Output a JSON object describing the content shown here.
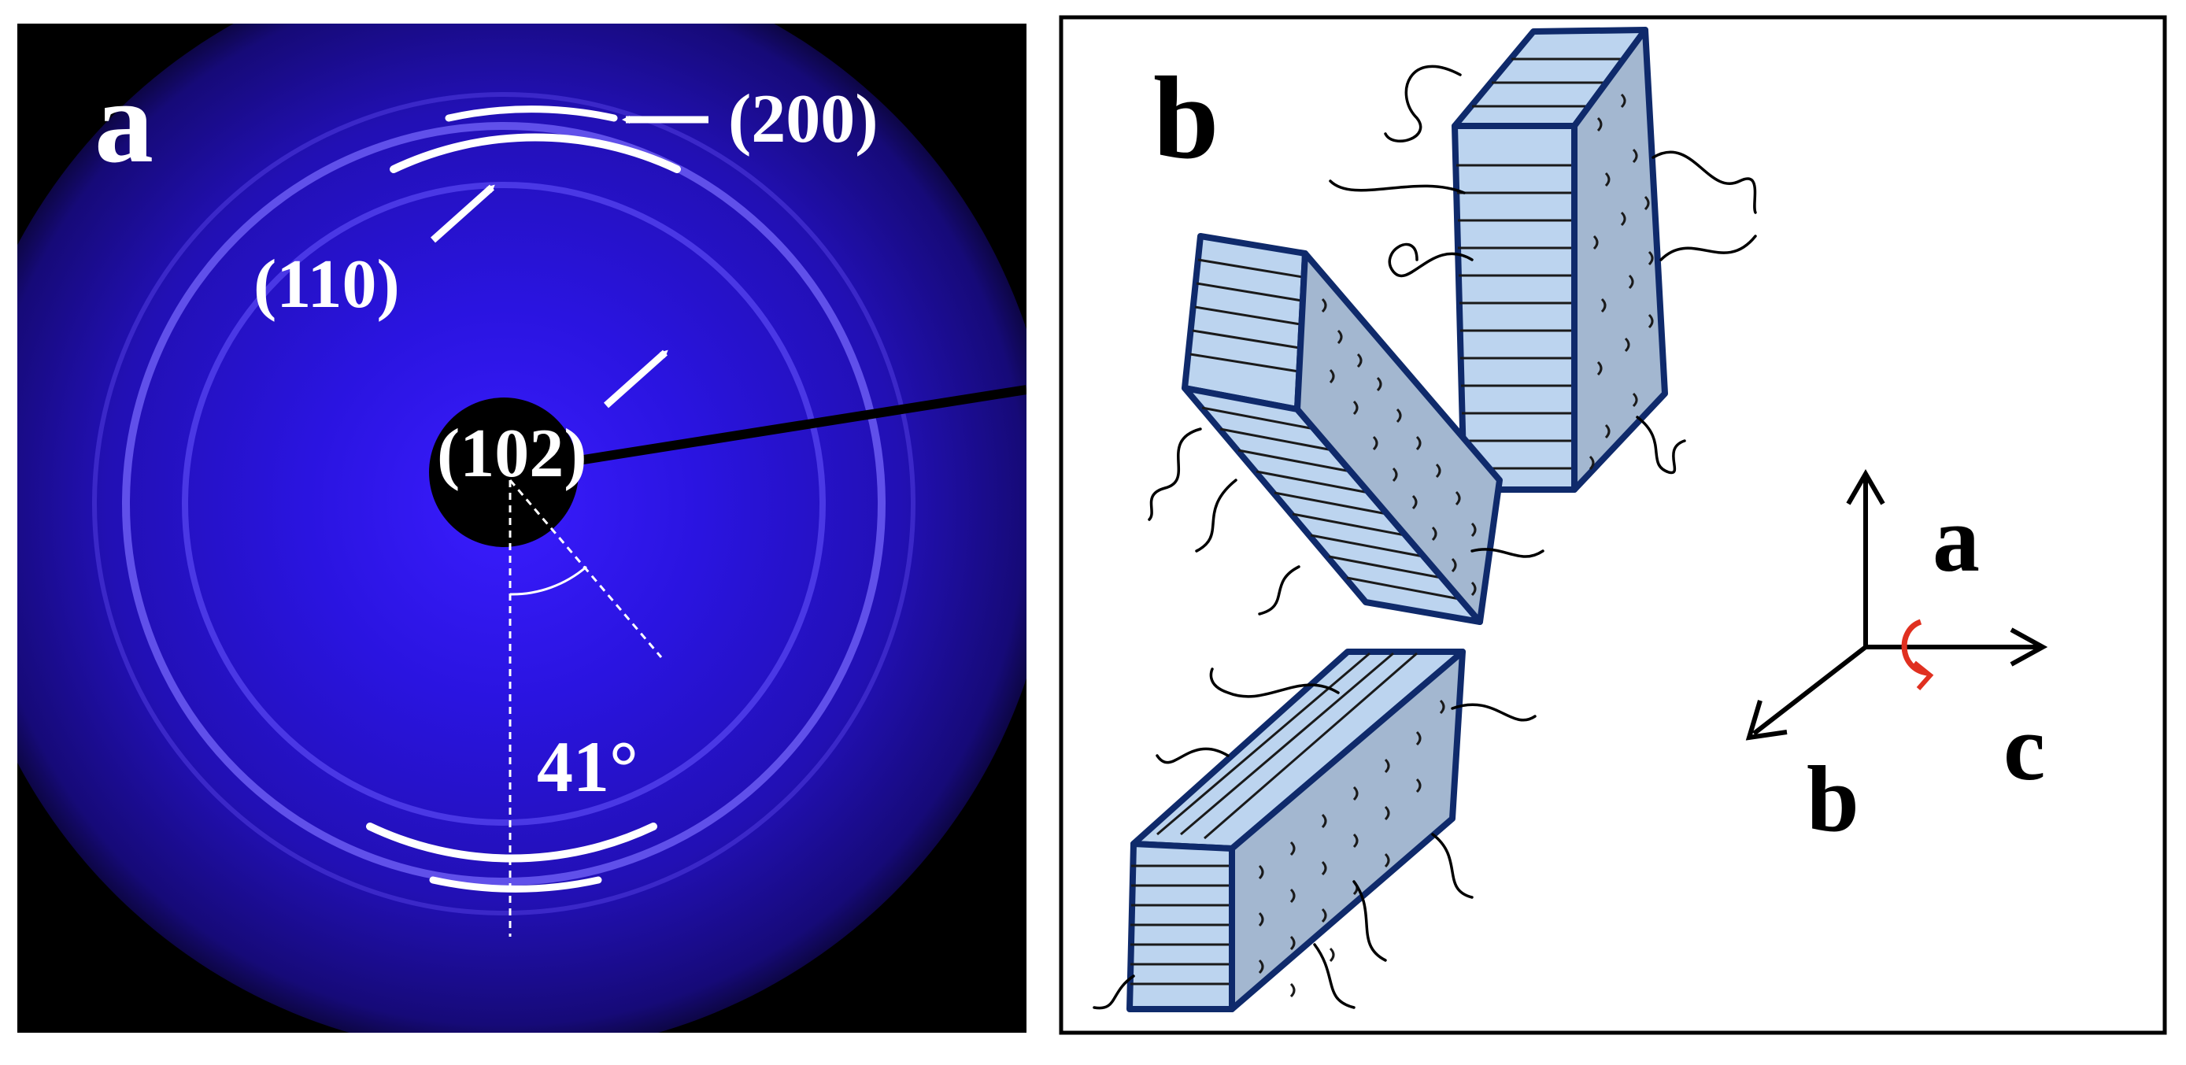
{
  "panel_a": {
    "label": "a",
    "reflections": [
      {
        "name": "reflection-200",
        "label": "(200)"
      },
      {
        "name": "reflection-110",
        "label": "(110)"
      },
      {
        "name": "reflection-102",
        "label": "(102)"
      }
    ],
    "angle_label": "41°",
    "colors": {
      "background": "#000000",
      "pattern_glow": "#2a14d8",
      "ring": "#7a6cff",
      "arc": "#ffffff"
    }
  },
  "panel_b": {
    "label": "b",
    "axes": {
      "a": "a",
      "b": "b",
      "c": "c"
    },
    "colors": {
      "crystal_front": "#bcd4ef",
      "crystal_side": "#a3b7d0",
      "crystal_edge": "#0f2a6b",
      "rotation_arrow": "#e03020",
      "chain": "#000000"
    }
  }
}
